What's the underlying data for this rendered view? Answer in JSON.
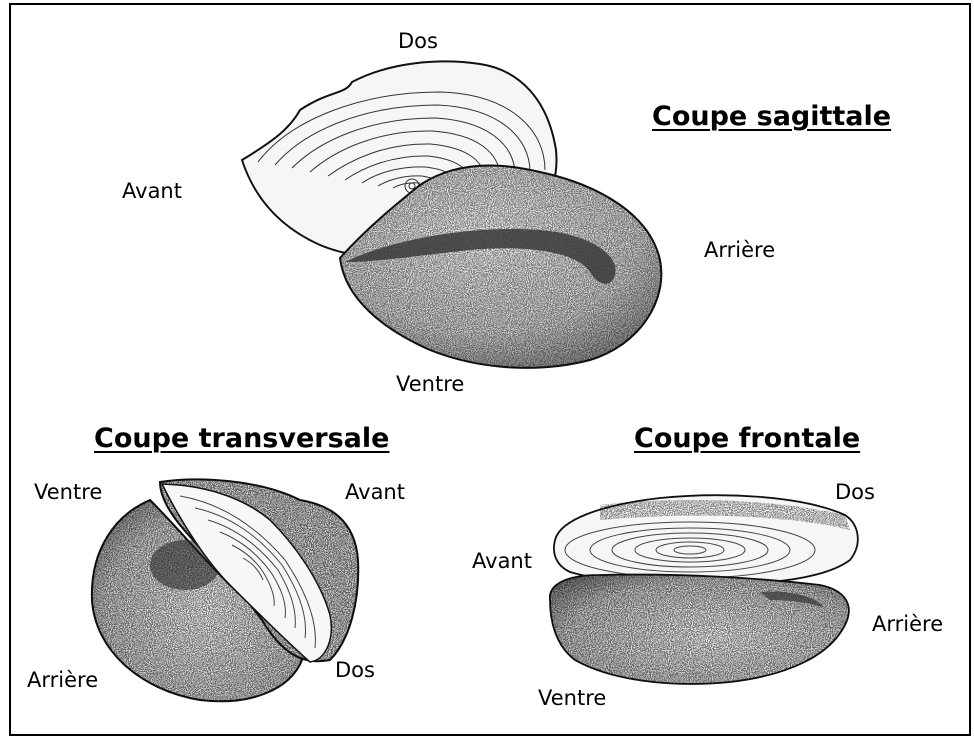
{
  "sagittal": {
    "title": "Coupe sagittale",
    "labels": {
      "top": "Dos",
      "left": "Avant",
      "right": "Arrière",
      "bottom": "Ventre"
    }
  },
  "transversal": {
    "title": "Coupe transversale",
    "labels": {
      "top_left": "Ventre",
      "top_right": "Avant",
      "bottom_left": "Arrière",
      "bottom_right": "Dos"
    }
  },
  "frontal": {
    "title": "Coupe frontale",
    "labels": {
      "top_right": "Dos",
      "left": "Avant",
      "right": "Arrière",
      "bottom": "Ventre"
    }
  }
}
